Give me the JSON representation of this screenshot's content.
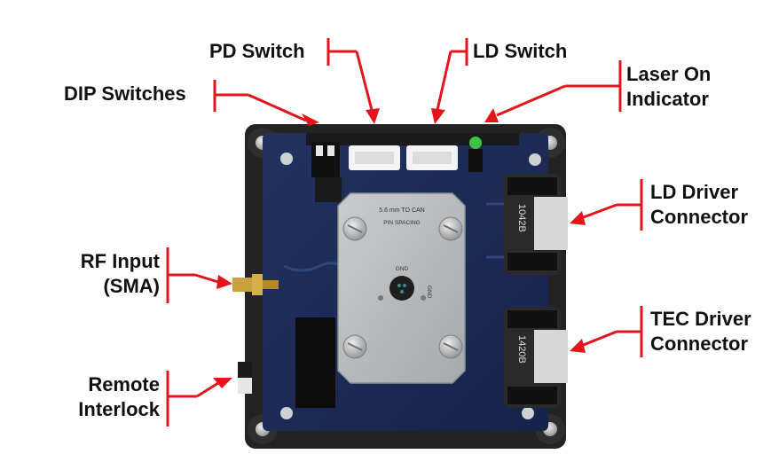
{
  "labels": {
    "pd_switch": "PD Switch",
    "ld_switch": "LD Switch",
    "dip_switches": "DIP Switches",
    "laser_on_line1": "Laser On",
    "laser_on_line2": "Indicator",
    "ld_driver_line1": "LD Driver",
    "ld_driver_line2": "Connector",
    "rf_input_line1": "RF Input",
    "rf_input_line2": "(SMA)",
    "tec_driver_line1": "TEC Driver",
    "tec_driver_line2": "Connector",
    "remote_line1": "Remote",
    "remote_line2": "Interlock"
  },
  "board_text": {
    "mount_top": "5.6 mm TO CAN",
    "mount_sub": "PIN SPACING",
    "gnd_top": "GND",
    "gnd_right": "GND",
    "ld_connector_label": "1042B",
    "tec_connector_label": "1420B"
  },
  "colors": {
    "callout": "#e3141b",
    "pcb": "#1b2a57",
    "frame": "#232323",
    "mount": "#b9bcbf",
    "led": "#3cc23c"
  }
}
